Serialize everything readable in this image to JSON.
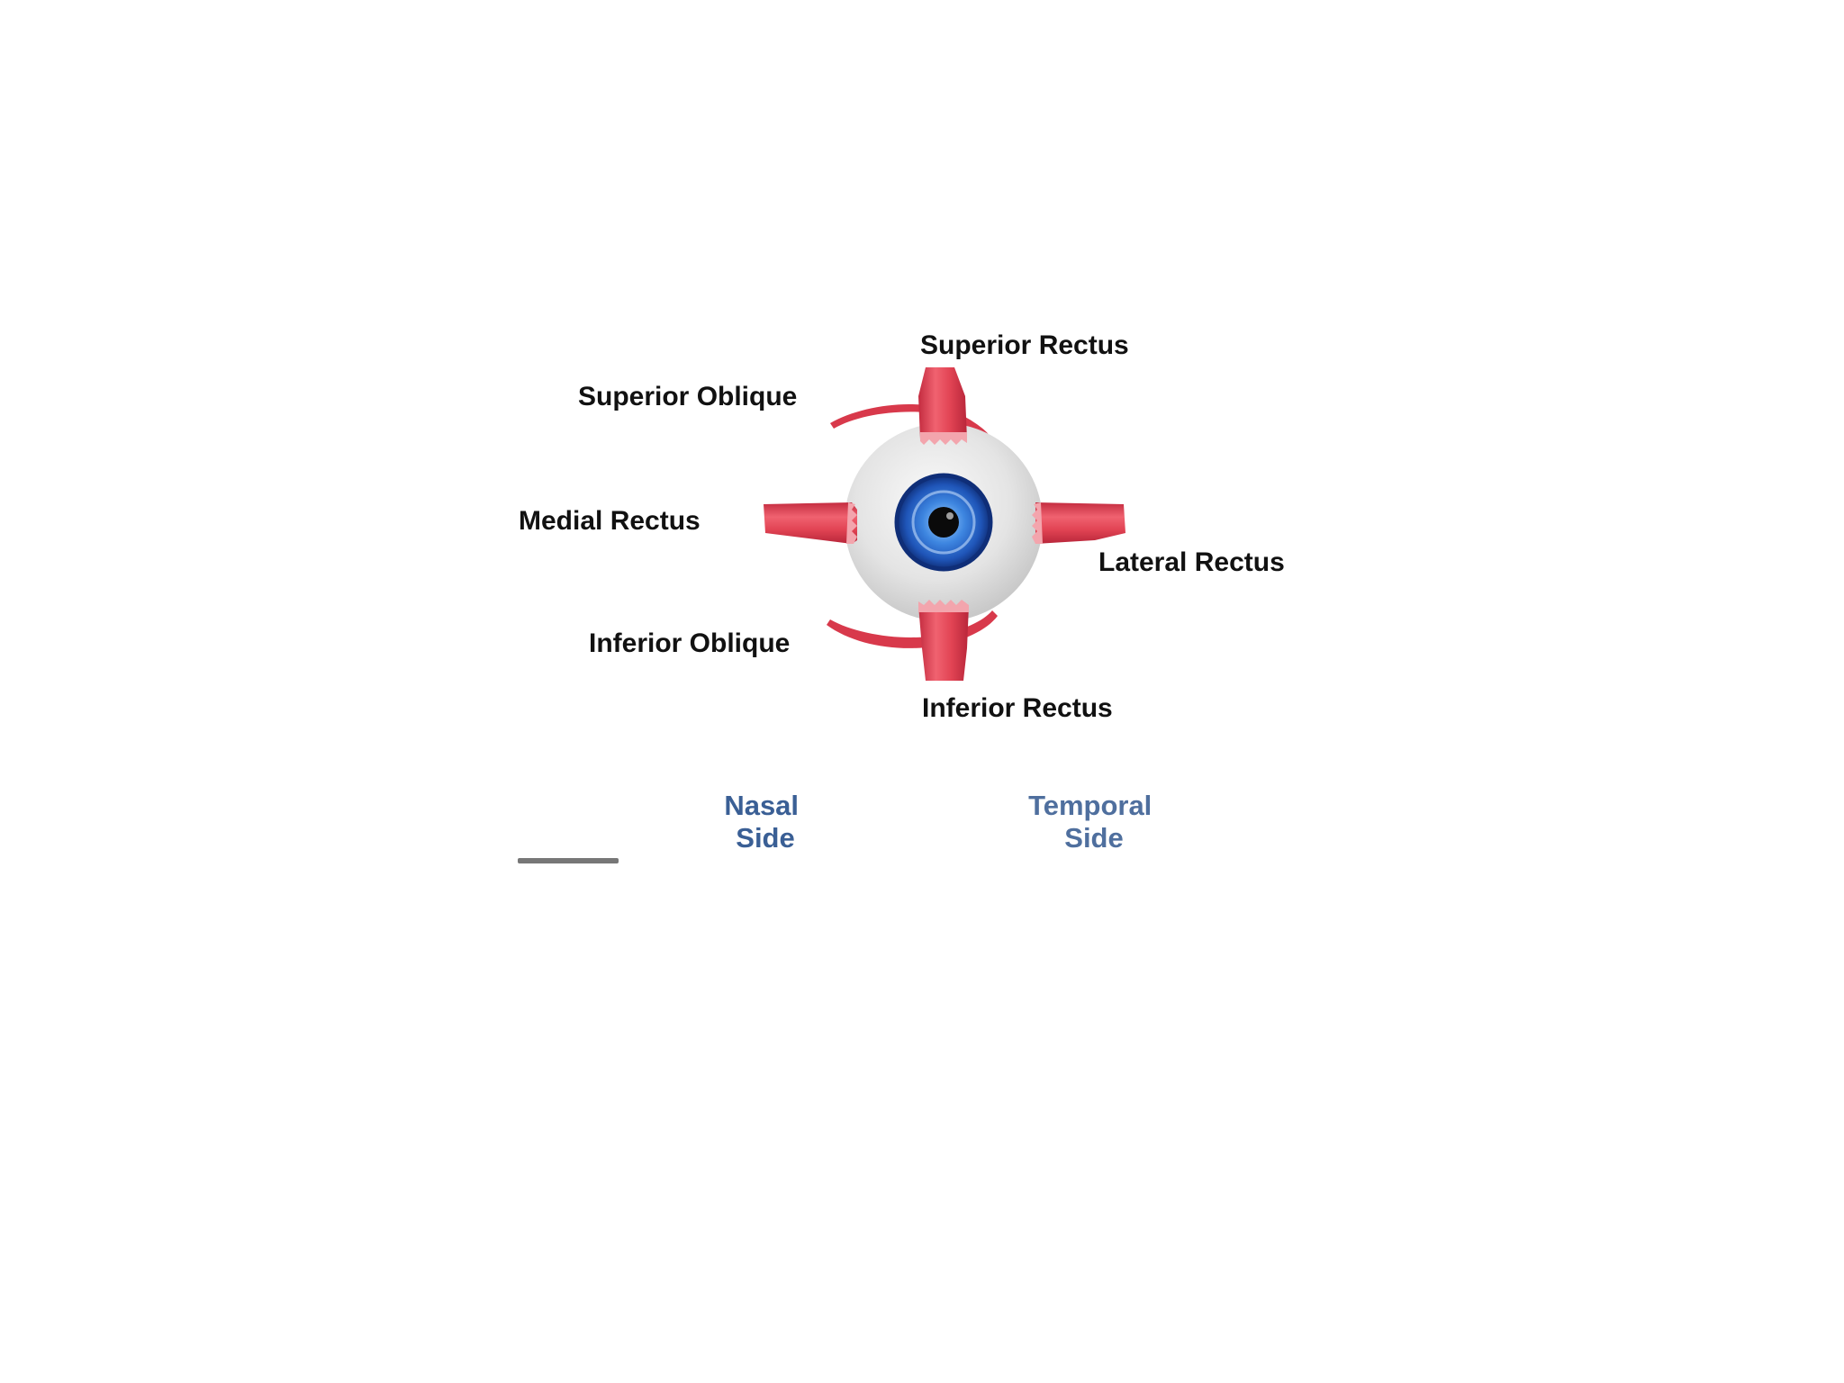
{
  "labels": {
    "superior_rectus": "Superior Rectus",
    "superior_oblique": "Superior Oblique",
    "medial_rectus": "Medial Rectus",
    "lateral_rectus": "Lateral Rectus",
    "inferior_oblique": "Inferior Oblique",
    "inferior_rectus": "Inferior Rectus"
  },
  "sides": {
    "nasal": [
      "Nasal",
      "Side"
    ],
    "temporal": [
      "Temporal",
      "Side"
    ]
  },
  "colors": {
    "muscle": "#e2404f",
    "muscle_dark": "#b8263a",
    "muscle_light": "#f07a84",
    "iris": "#2f6fd0",
    "iris_dark": "#12358a",
    "pupil": "#0a0a0a",
    "sclera": "#e6e6e6",
    "nasal_text": "#3a5f95",
    "temporal_text": "#4f6f9e",
    "scale_bar": "#777777"
  }
}
